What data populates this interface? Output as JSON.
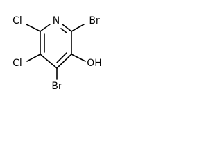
{
  "molecule": {
    "atoms": {
      "n1": "N",
      "br_top": "Br",
      "oh": "OH",
      "br_bottom": "Br",
      "cl_left_upper": "Cl",
      "cl_left_lower": "Cl"
    }
  }
}
